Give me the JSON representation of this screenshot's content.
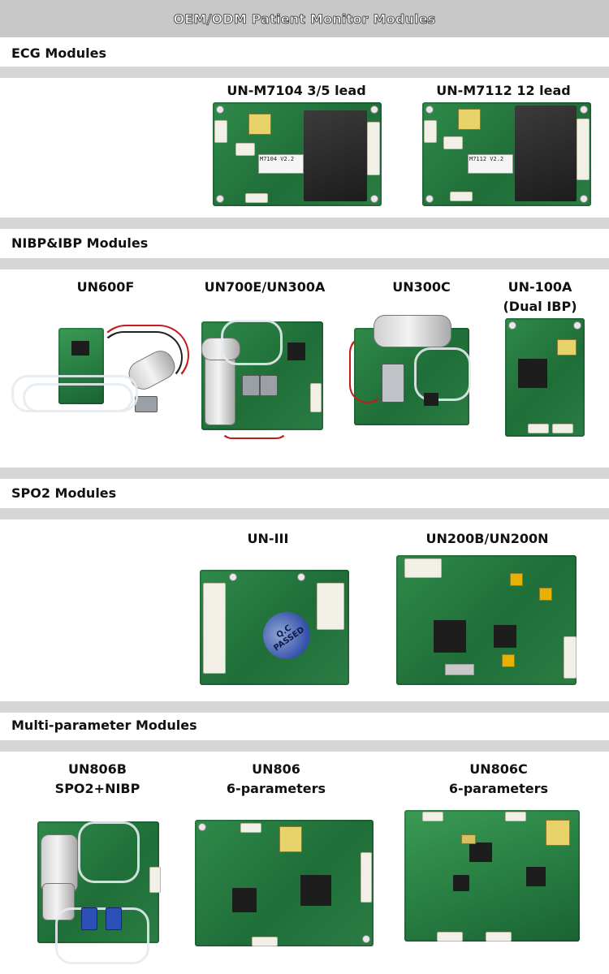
{
  "header": {
    "title": "OEM/ODM Patient Monitor Modules"
  },
  "sections": {
    "ecg": {
      "title": "ECG Modules",
      "items": [
        {
          "label": "UN-M7104   3/5 lead"
        },
        {
          "label": "UN-M7112    12 lead"
        }
      ]
    },
    "nibp": {
      "title": "NIBP&IBP Modules",
      "items": [
        {
          "label": "UN600F"
        },
        {
          "label": "UN700E/UN300A"
        },
        {
          "label": "UN300C"
        },
        {
          "label": "UN-100A",
          "sublabel": "(Dual IBP)"
        }
      ]
    },
    "spo2": {
      "title": "SPO2 Modules",
      "items": [
        {
          "label": "UN-III"
        },
        {
          "label": "UN200B/UN200N"
        }
      ]
    },
    "multi": {
      "title": "Multi-parameter Modules",
      "items": [
        {
          "label": "UN806B",
          "sublabel": "SPO2+NIBP"
        },
        {
          "label": "UN806",
          "sublabel": "6-parameters"
        },
        {
          "label": "UN806C",
          "sublabel": "6-parameters"
        }
      ]
    }
  },
  "board_text": {
    "m7104_sticker": "M7104 V2.2",
    "m7112_sticker": "M7112 V2.2",
    "qc_stamp": "Q.C PASSED"
  }
}
